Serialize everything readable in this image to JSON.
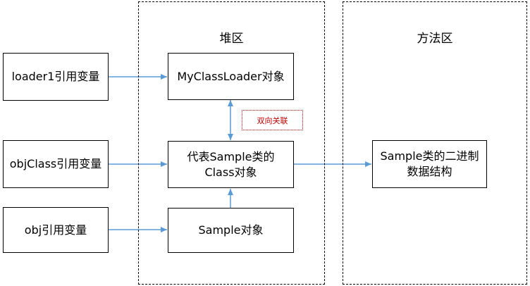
{
  "colors": {
    "connector": "#5b9bd5",
    "note_border": "#c00000",
    "note_text": "#c00000",
    "box_border": "#000000"
  },
  "regions": {
    "heap": {
      "title": "堆区"
    },
    "method_area": {
      "title": "方法区"
    }
  },
  "nodes": {
    "loader1_var": {
      "label": "loader1引用变量"
    },
    "objclass_var": {
      "label": "objClass引用变量"
    },
    "obj_var": {
      "label": "obj引用变量"
    },
    "classloader_obj": {
      "label": "MyClassLoader对象"
    },
    "class_obj": {
      "line1": "代表Sample类的",
      "line2": "Class对象"
    },
    "sample_obj": {
      "label": "Sample对象"
    },
    "binary_data": {
      "line1": "Sample类的二进制",
      "line2": "数据结构"
    }
  },
  "note": {
    "label": "双向关联"
  },
  "edges": [
    {
      "from": "loader1_var",
      "to": "classloader_obj"
    },
    {
      "from": "objclass_var",
      "to": "class_obj"
    },
    {
      "from": "obj_var",
      "to": "sample_obj"
    },
    {
      "from": "class_obj",
      "to": "classloader_obj",
      "bidirectional": true
    },
    {
      "from": "sample_obj",
      "to": "class_obj"
    },
    {
      "from": "class_obj",
      "to": "binary_data"
    }
  ]
}
